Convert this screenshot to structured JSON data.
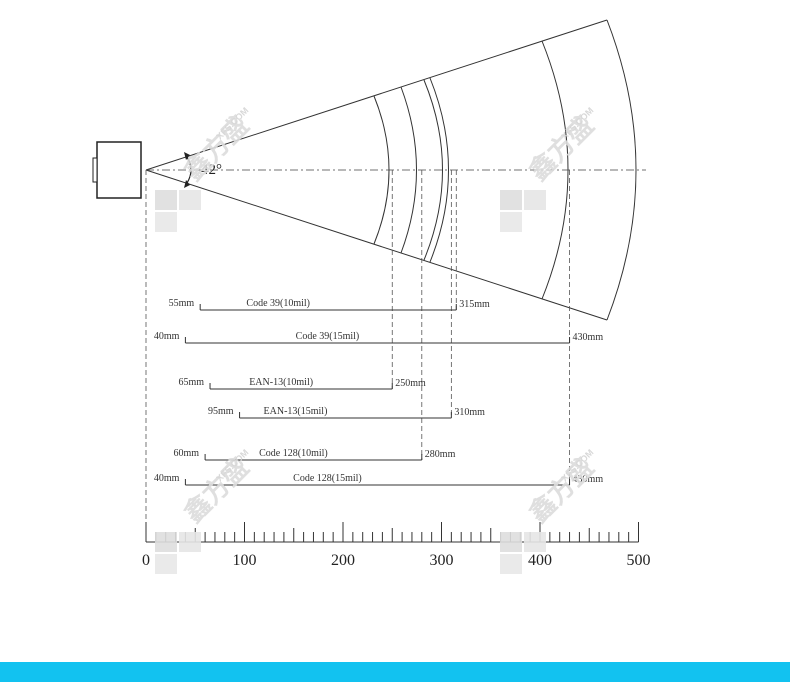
{
  "diagram": {
    "angle_label": "42°",
    "ranges": [
      {
        "name": "Code 39(10mil)",
        "near": 55,
        "far": 315,
        "near_label": "55mm",
        "far_label": "315mm"
      },
      {
        "name": "Code 39(15mil)",
        "near": 40,
        "far": 430,
        "near_label": "40mm",
        "far_label": "430mm"
      },
      {
        "name": "EAN-13(10mil)",
        "near": 65,
        "far": 250,
        "near_label": "65mm",
        "far_label": "250mm"
      },
      {
        "name": "EAN-13(15mil)",
        "near": 95,
        "far": 310,
        "near_label": "95mm",
        "far_label": "310mm"
      },
      {
        "name": "Code 128(10mil)",
        "near": 60,
        "far": 280,
        "near_label": "60mm",
        "far_label": "280mm"
      },
      {
        "name": "Code 128(15mil)",
        "near": 40,
        "far": 430,
        "near_label": "40mm",
        "far_label": "430mm"
      }
    ],
    "axis": {
      "min": 0,
      "max": 500,
      "tick_labels": [
        "0",
        "100",
        "200",
        "300",
        "400",
        "500"
      ]
    },
    "watermark": {
      "text": "XFS.COM",
      "brand": "鑫方盛"
    }
  },
  "colors": {
    "line": "#333333",
    "guide": "#555555",
    "bottom_bar": "#12c2f0",
    "watermark": "#d8d8d8"
  }
}
